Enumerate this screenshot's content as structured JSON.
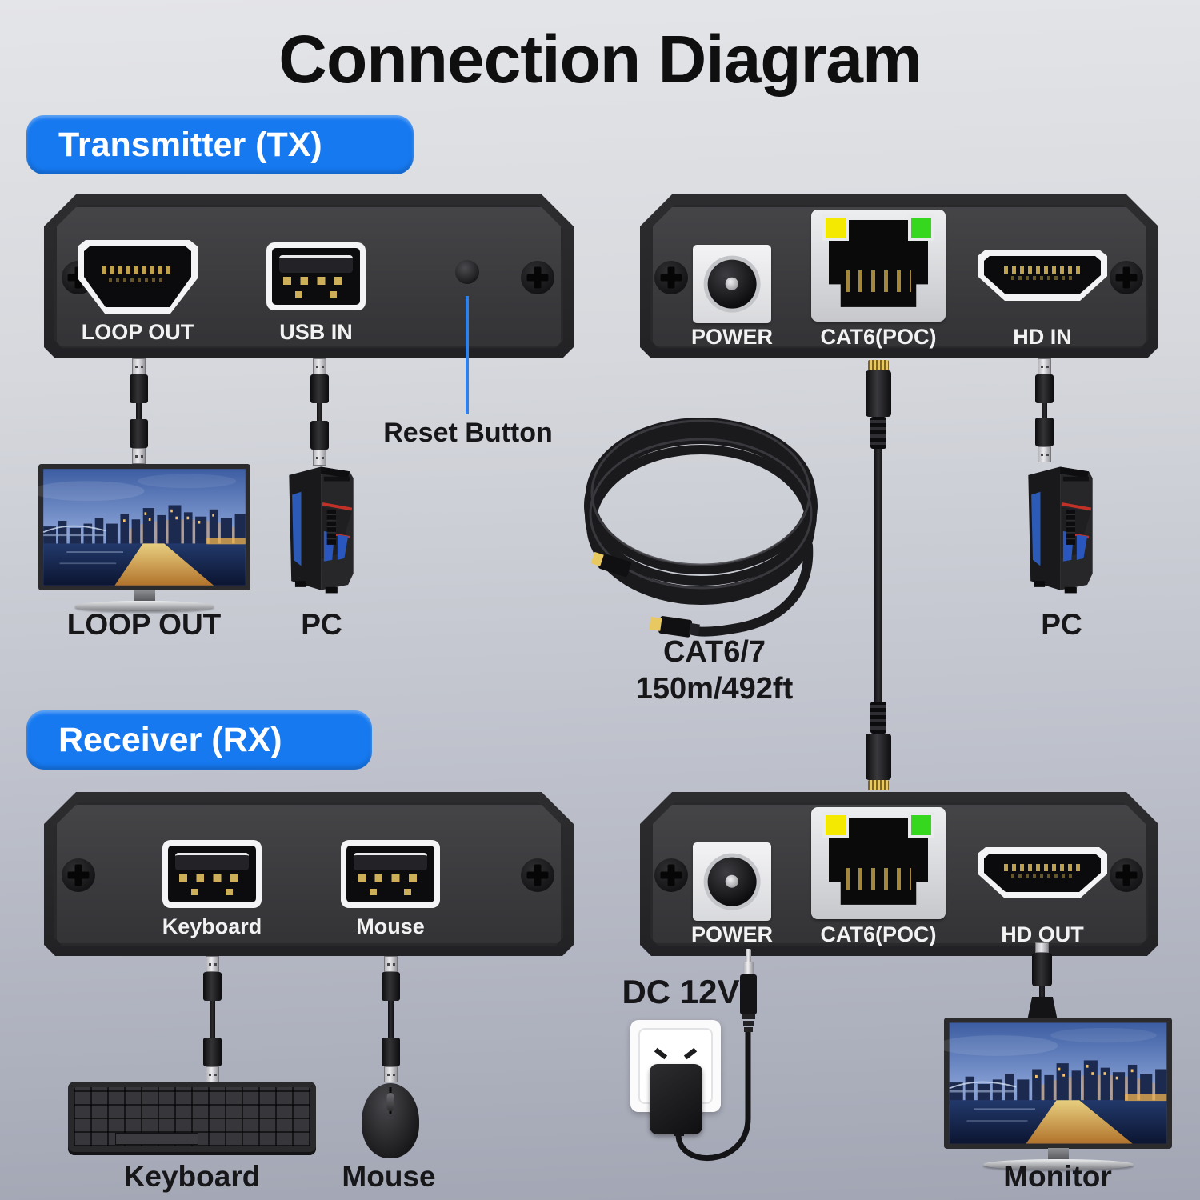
{
  "title": "Connection Diagram",
  "sections": {
    "tx": {
      "label": "Transmitter (TX)"
    },
    "rx": {
      "label": "Receiver (RX)"
    }
  },
  "tx_front": {
    "hdmi_label": "LOOP OUT",
    "usb_label": "USB IN",
    "reset_label": "Reset Button"
  },
  "tx_back": {
    "power_label": "POWER",
    "cat6_label": "CAT6(POC)",
    "hdmi_label": "HD IN"
  },
  "rx_front": {
    "usb1_label": "Keyboard",
    "usb2_label": "Mouse"
  },
  "rx_back": {
    "power_label": "POWER",
    "cat6_label": "CAT6(POC)",
    "hdmi_label": "HD OUT"
  },
  "devices": {
    "monitor_loopout_label": "LOOP OUT",
    "pc_tx_label": "PC",
    "pc_rx_label": "PC",
    "keyboard_label": "Keyboard",
    "mouse_label": "Mouse",
    "monitor_out_label": "Monitor",
    "dc_label": "DC 12V"
  },
  "cat_cable": {
    "type": "CAT6/7",
    "length": "150m/492ft"
  },
  "colors": {
    "accent_blue": "#1679f0",
    "callout_blue": "#2f80e8",
    "led_yellow": "#f4e900",
    "led_green": "#35d81d"
  }
}
